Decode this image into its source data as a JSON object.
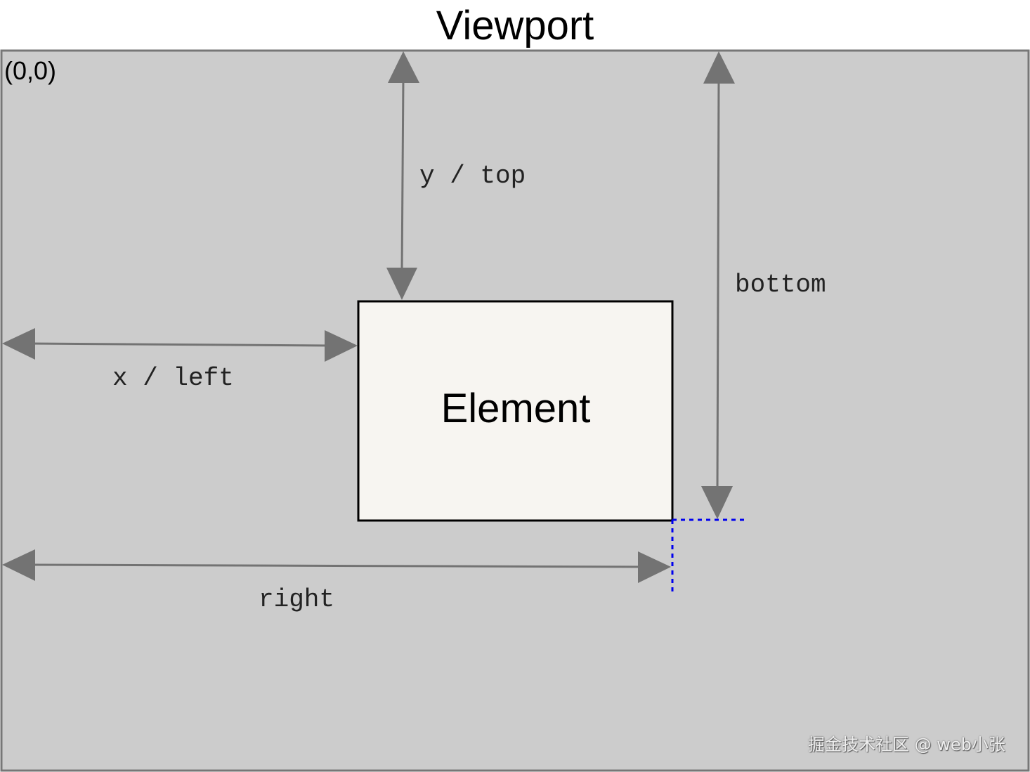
{
  "title": "Viewport",
  "origin_label": "(0,0)",
  "element_label": "Element",
  "labels": {
    "top": "y / top",
    "left": "x / left",
    "bottom": "bottom",
    "right": "right"
  },
  "watermark": "掘金技术社区 @ web小张",
  "colors": {
    "viewport_fill": "#cccccc",
    "viewport_border": "#777777",
    "element_fill": "#f7f5f1",
    "element_border": "#000000",
    "arrow": "#737373",
    "guide_line": "#0000ee"
  }
}
